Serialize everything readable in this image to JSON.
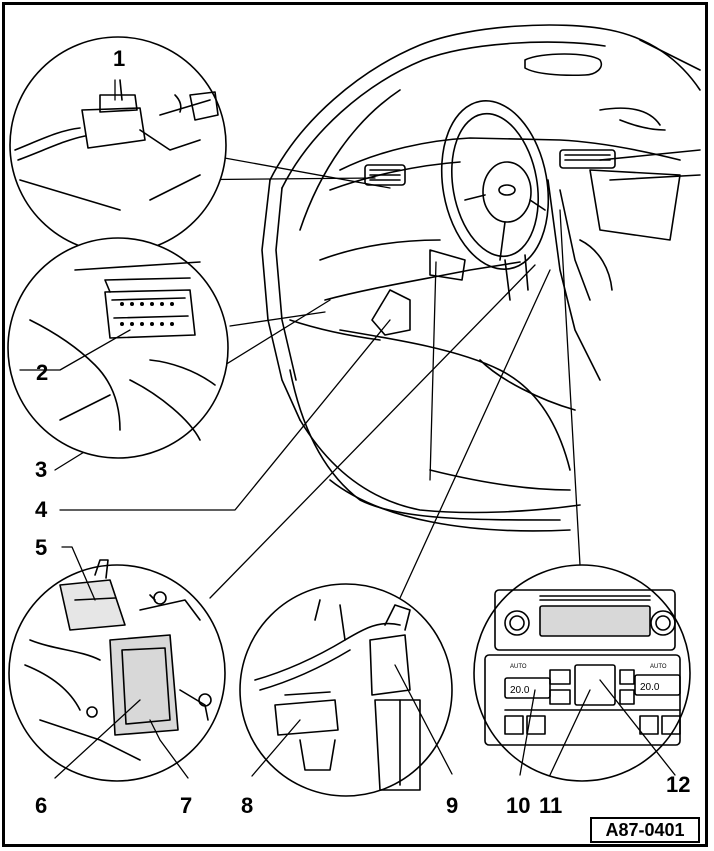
{
  "diagram": {
    "reference_code": "A87-0401",
    "callouts": [
      {
        "label": "1"
      },
      {
        "label": "2"
      },
      {
        "label": "3"
      },
      {
        "label": "4"
      },
      {
        "label": "5"
      },
      {
        "label": "6"
      },
      {
        "label": "7"
      },
      {
        "label": "8"
      },
      {
        "label": "9"
      },
      {
        "label": "10"
      },
      {
        "label": "11"
      },
      {
        "label": "12"
      }
    ],
    "climate_panel": {
      "left_temp": "20.0",
      "right_temp": "20.0",
      "left_auto": "AUTO",
      "right_auto": "AUTO"
    }
  },
  "colors": {
    "line": "#000000",
    "background": "#ffffff",
    "shade": "#d8d8d8"
  }
}
